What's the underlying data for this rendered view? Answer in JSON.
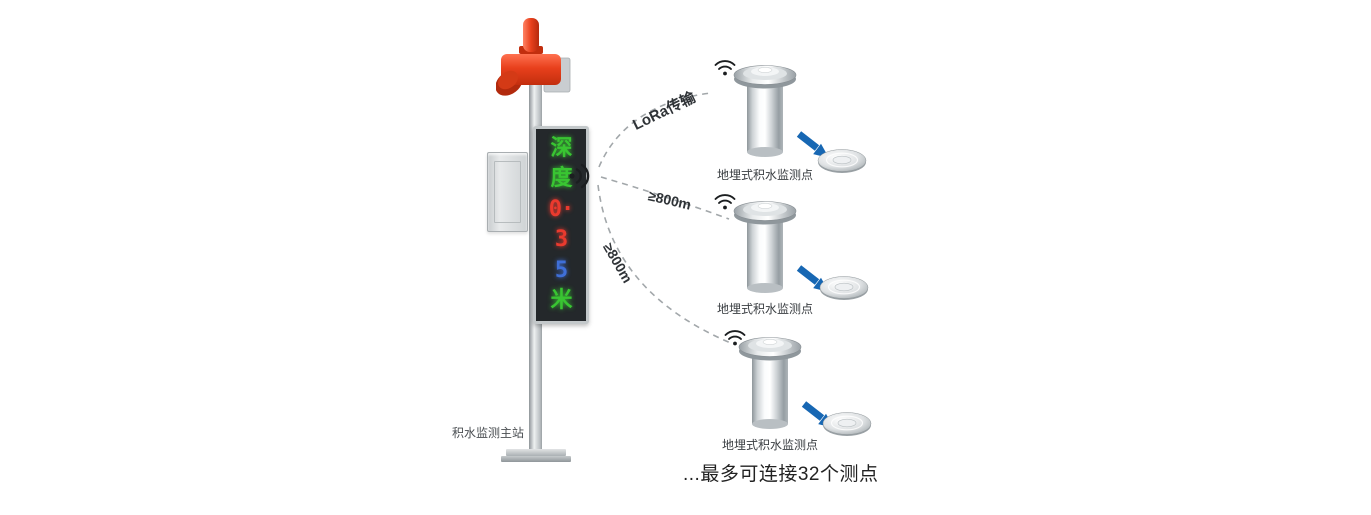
{
  "colors": {
    "alarm-red": "#e8401c",
    "arrow-blue": "#1767b3",
    "led-green": "#39c532",
    "led-red": "#ea3a2e",
    "led-blue": "#3f6fd8",
    "link-gray": "#a2a7aa"
  },
  "station": {
    "label": "积水监测主站",
    "display_rows": [
      {
        "ch": "深",
        "color": "green"
      },
      {
        "ch": "度",
        "color": "green"
      },
      {
        "ch": "0·",
        "color": "red"
      },
      {
        "ch": "3",
        "color": "red"
      },
      {
        "ch": "5",
        "color": "blue"
      },
      {
        "ch": "米",
        "color": "green"
      }
    ]
  },
  "links": [
    {
      "label": "LoRa传输"
    },
    {
      "label": "≥800m"
    },
    {
      "label": "≥800m"
    }
  ],
  "sensors": [
    {
      "label": "地埋式积水监测点"
    },
    {
      "label": "地埋式积水监测点"
    },
    {
      "label": "地埋式积水监测点"
    }
  ],
  "footer_note": "...最多可连接32个测点"
}
